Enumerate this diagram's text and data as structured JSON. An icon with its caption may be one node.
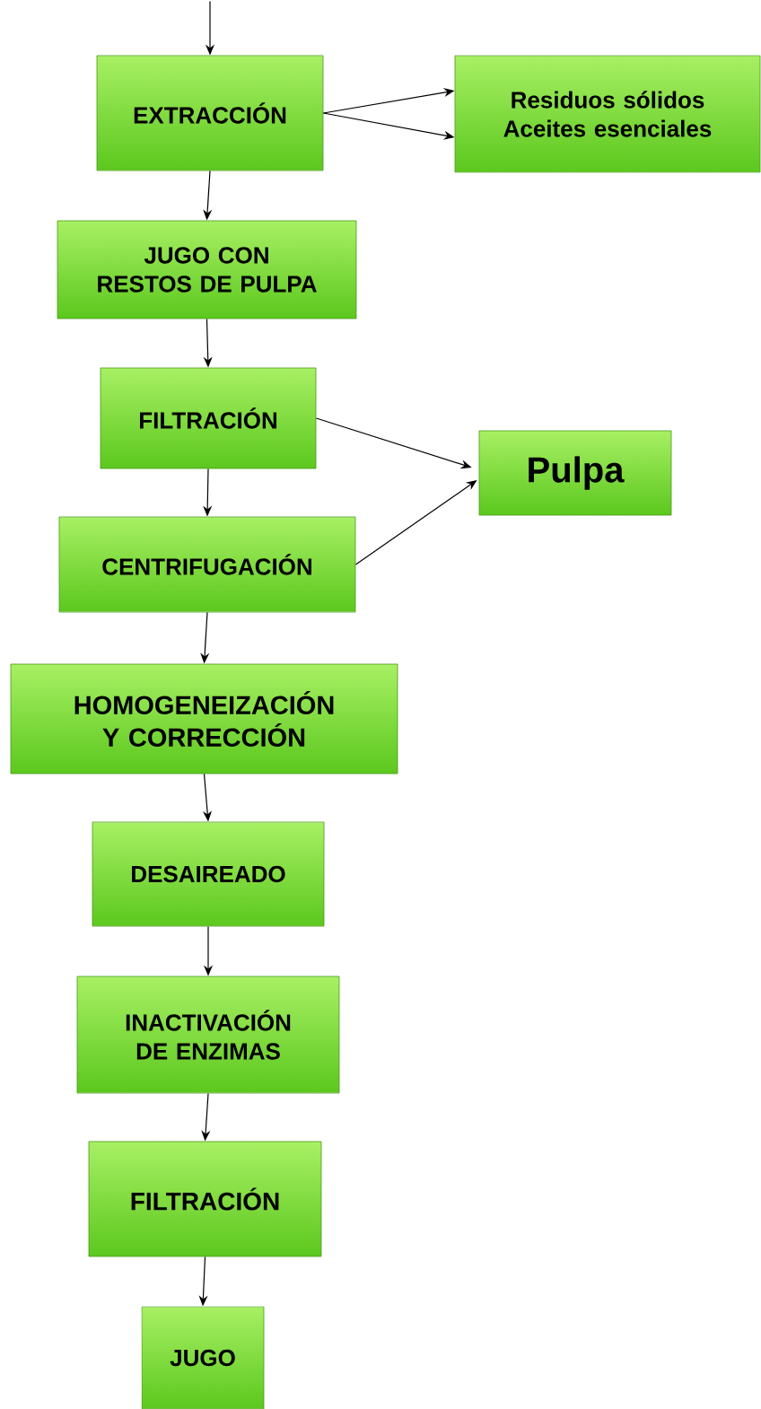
{
  "diagram": {
    "nodes": [
      {
        "text": [
          "EXTRACCIÓN"
        ]
      },
      {
        "text": [
          "Residuos sólidos",
          "Aceites esenciales"
        ]
      },
      {
        "text": [
          "JUGO CON RESTOS DE PULPA"
        ]
      },
      {
        "text": [
          "FILTRACIÓN"
        ]
      },
      {
        "text": [
          "Pulpa"
        ]
      },
      {
        "text": [
          "CENTRIFUGACIÓN"
        ]
      },
      {
        "text": [
          "HOMOGENEIZACIÓN Y CORRECCIÓN"
        ]
      },
      {
        "text": [
          "DESAIREADO"
        ]
      },
      {
        "text": [
          "INACTIVACIÓN DE ENZIMAS"
        ]
      },
      {
        "text": [
          "FILTRACIÓN"
        ]
      },
      {
        "text": [
          "JUGO"
        ]
      }
    ],
    "edges": [
      {
        "from": null,
        "to": 0,
        "arrow": "to"
      },
      {
        "from": 0,
        "to": 1,
        "arrow": "to"
      },
      {
        "from": 0,
        "to": 1,
        "arrow": "to"
      },
      {
        "from": 0,
        "to": 2,
        "arrow": "to"
      },
      {
        "from": 2,
        "to": 3,
        "arrow": "to"
      },
      {
        "from": 3,
        "to": 4,
        "arrow": "to"
      },
      {
        "from": 3,
        "to": 5,
        "arrow": "to"
      },
      {
        "from": 5,
        "to": 4,
        "arrow": "to"
      },
      {
        "from": 5,
        "to": 6,
        "arrow": "to"
      },
      {
        "from": 6,
        "to": 7,
        "arrow": "to"
      },
      {
        "from": 7,
        "to": 8,
        "arrow": "to"
      },
      {
        "from": 8,
        "to": 9,
        "arrow": "to"
      },
      {
        "from": 9,
        "to": 10,
        "arrow": "to"
      }
    ]
  }
}
